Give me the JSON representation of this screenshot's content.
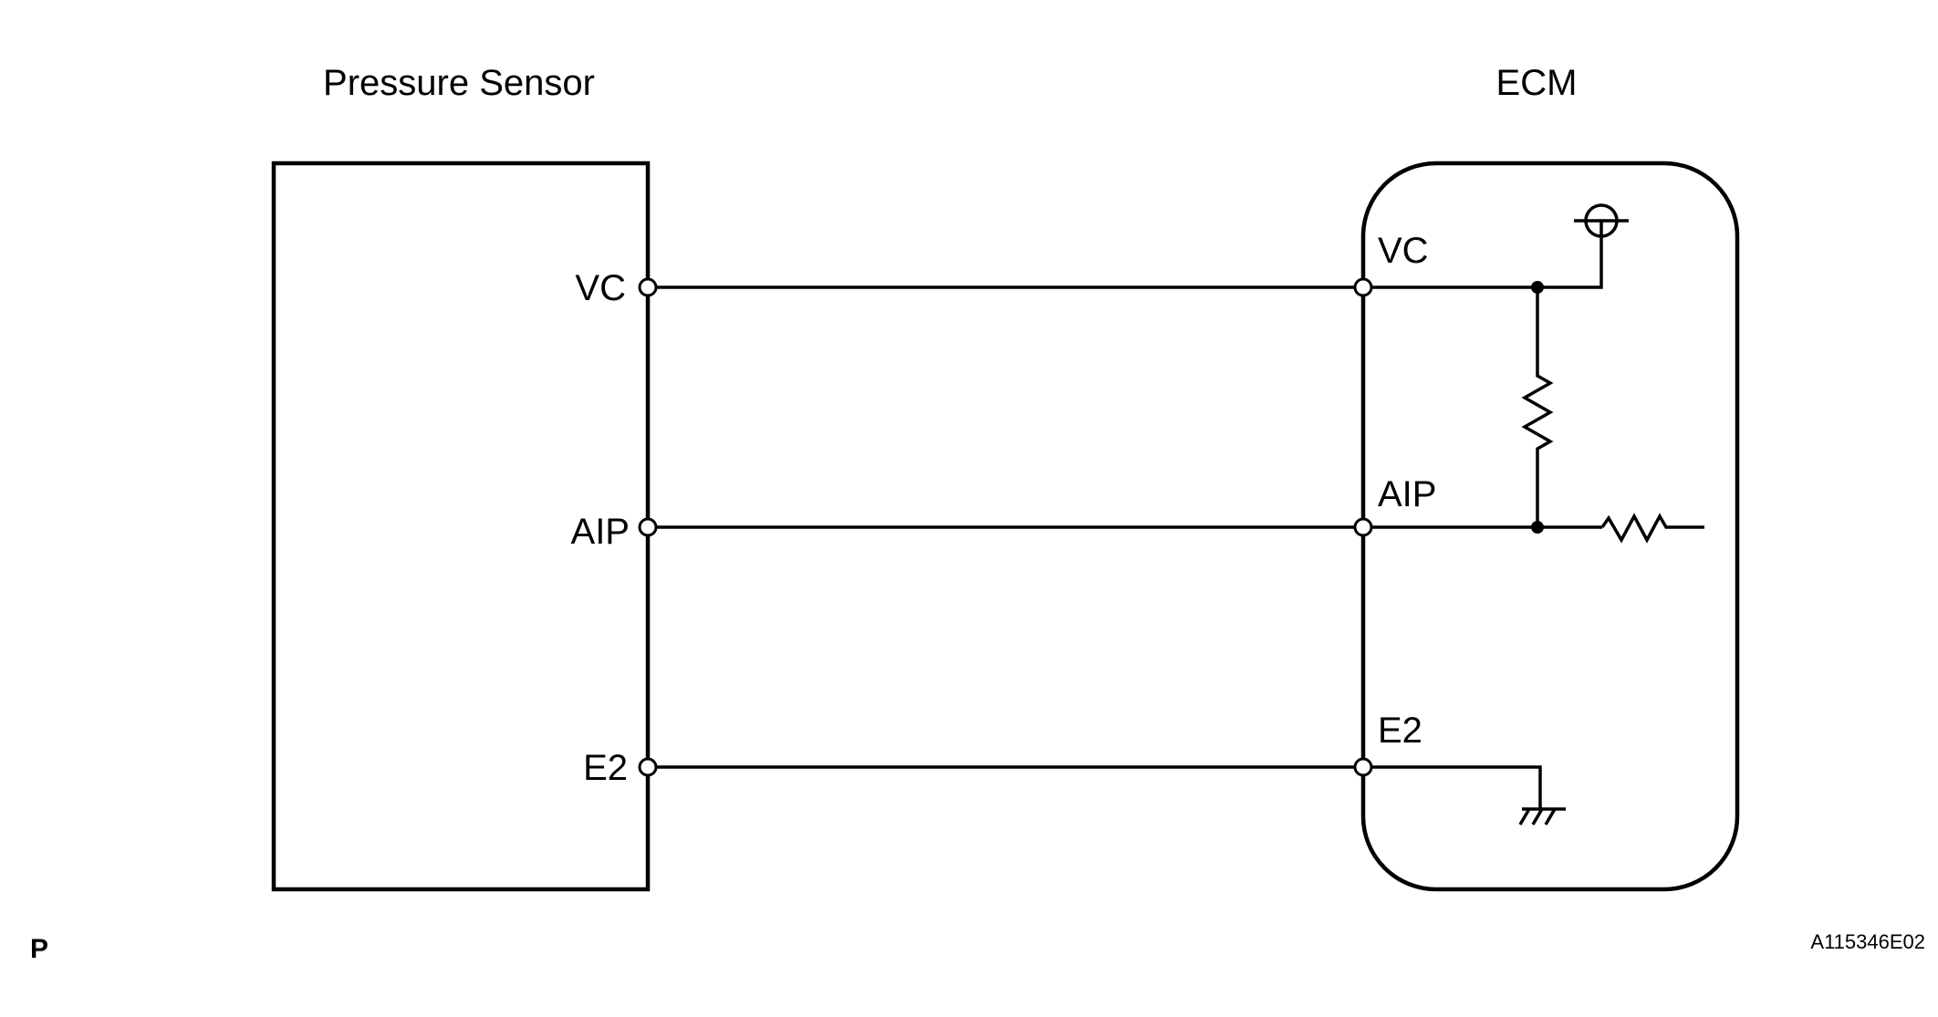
{
  "sensor": {
    "title": "Pressure Sensor",
    "pins": [
      "VC",
      "AIP",
      "E2"
    ]
  },
  "ecm": {
    "title": "ECM",
    "pins": [
      "VC",
      "AIP",
      "E2"
    ]
  },
  "corner_label": "P",
  "figure_code": "A115346E02",
  "colors": {
    "line": "#000000",
    "background": "#ffffff"
  },
  "icons": [
    "power-supply-icon",
    "resistor-icon",
    "ground-icon",
    "terminal-icon",
    "junction-icon"
  ]
}
